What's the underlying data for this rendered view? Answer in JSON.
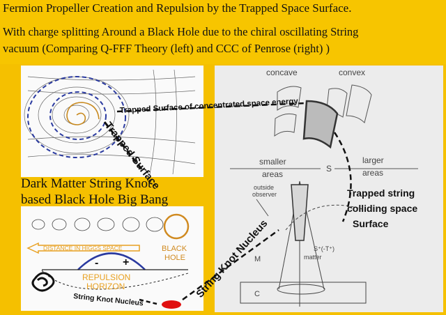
{
  "title": {
    "line1": "Fermion Propeller Creation and Repulsion by the Trapped Space Surface.",
    "line2": "With charge splitting Around a Black Hole due to the chiral oscillating String",
    "line3": "vacuum  (Comparing Q-FFF Theory (left) and CCC of Penrose (right) )"
  },
  "left_labels": {
    "dark_matter_1": "Dark Matter String Knot",
    "dark_matter_2": "based Black Hole Big Bang",
    "trapped_surface": "Trapped Surface",
    "distance_higgs": "DISTANCE IN HIGGS SPACE",
    "black_hole_1": "BLACK",
    "black_hole_2": "HOLE",
    "repulsion_1": "REPULSION",
    "repulsion_2": "HORIZON",
    "string_knot_left": "String Knot Nucleus",
    "plus": "+",
    "minus": "-"
  },
  "center_labels": {
    "trapped_space_energy": "Trapped Surface of concentrated space energy",
    "string_knot_diag": "String Knot Nucleus"
  },
  "right_labels": {
    "concave": "concave",
    "convex": "convex",
    "smaller_1": "smaller",
    "smaller_2": "areas",
    "larger_1": "larger",
    "larger_2": "areas",
    "s_label": "S",
    "outside_1": "outside",
    "outside_2": "observer",
    "trapped_string_1": "Trapped string",
    "trapped_string_2": "colliding space",
    "trapped_string_3": "Surface",
    "matter": "matter",
    "m_label": "M",
    "c_label": "C",
    "s_plus": "S⁺(-T⁺)"
  },
  "colors": {
    "background": "#f5c000",
    "panel": "#fafafa",
    "dashed_blue": "#2a3aa0",
    "black_hole_circle": "#d08a20",
    "nucleus": "#e01010",
    "arrow_orange": "#e8a020"
  }
}
